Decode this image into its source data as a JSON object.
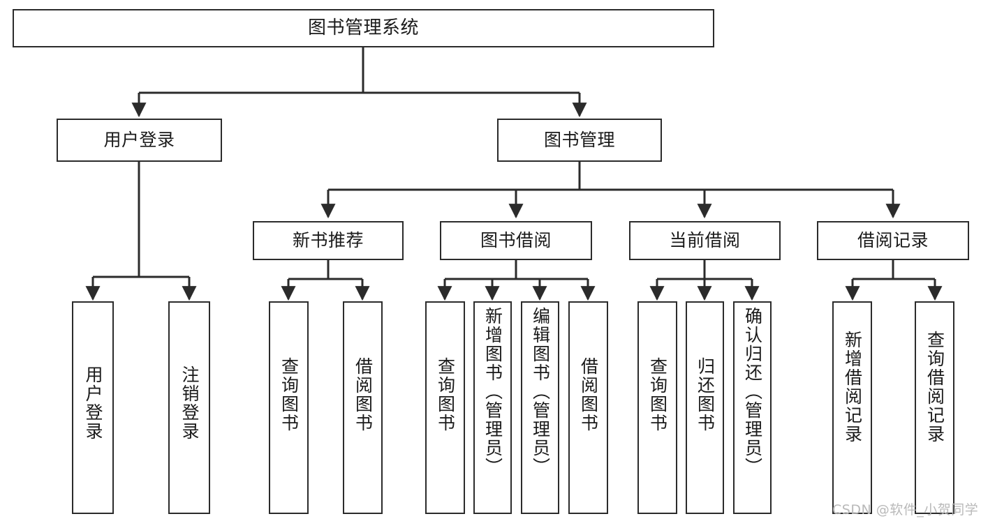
{
  "diagram": {
    "type": "tree-hierarchy",
    "title": "图书管理系统",
    "orientation": "top-down",
    "node_style": {
      "border_color": "#2b2b2b",
      "fill_color": "#ffffff",
      "text_color": "#1a1a1a",
      "edge_color": "#2b2b2b"
    },
    "nodes": {
      "root": {
        "label": "图书管理系统",
        "level": 1,
        "text_direction": "horizontal"
      },
      "user_login": {
        "label": "用户登录",
        "level": 2,
        "text_direction": "horizontal"
      },
      "book_manage": {
        "label": "图书管理",
        "level": 2,
        "text_direction": "horizontal"
      },
      "new_book_rec": {
        "label": "新书推荐",
        "level": 3,
        "text_direction": "horizontal"
      },
      "book_borrow": {
        "label": "图书借阅",
        "level": 3,
        "text_direction": "horizontal"
      },
      "current_borrow": {
        "label": "当前借阅",
        "level": 3,
        "text_direction": "horizontal"
      },
      "borrow_record": {
        "label": "借阅记录",
        "level": 3,
        "text_direction": "horizontal"
      },
      "leaf_user_login": {
        "label": "用户登录",
        "level": 4,
        "text_direction": "vertical"
      },
      "leaf_logout": {
        "label": "注销登录",
        "level": 4,
        "text_direction": "vertical"
      },
      "leaf_query_book_a": {
        "label": "查询图书",
        "level": 4,
        "text_direction": "vertical"
      },
      "leaf_borrow_book_a": {
        "label": "借阅图书",
        "level": 4,
        "text_direction": "vertical"
      },
      "leaf_query_book_b": {
        "label": "查询图书",
        "level": 4,
        "text_direction": "vertical"
      },
      "leaf_add_book": {
        "label": "新增图书（管理员）",
        "level": 4,
        "text_direction": "vertical"
      },
      "leaf_edit_book": {
        "label": "编辑图书（管理员）",
        "level": 4,
        "text_direction": "vertical"
      },
      "leaf_borrow_book_b": {
        "label": "借阅图书",
        "level": 4,
        "text_direction": "vertical"
      },
      "leaf_query_book_c": {
        "label": "查询图书",
        "level": 4,
        "text_direction": "vertical"
      },
      "leaf_return_book": {
        "label": "归还图书",
        "level": 4,
        "text_direction": "vertical"
      },
      "leaf_confirm_return": {
        "label": "确认归还（管理员）",
        "level": 4,
        "text_direction": "vertical"
      },
      "leaf_add_record": {
        "label": "新增借阅记录",
        "level": 4,
        "text_direction": "vertical"
      },
      "leaf_query_record": {
        "label": "查询借阅记录",
        "level": 4,
        "text_direction": "vertical"
      }
    },
    "edges": [
      {
        "from": "root",
        "to": "user_login"
      },
      {
        "from": "root",
        "to": "book_manage"
      },
      {
        "from": "book_manage",
        "to": "new_book_rec"
      },
      {
        "from": "book_manage",
        "to": "book_borrow"
      },
      {
        "from": "book_manage",
        "to": "current_borrow"
      },
      {
        "from": "book_manage",
        "to": "borrow_record"
      },
      {
        "from": "user_login",
        "to": "leaf_user_login"
      },
      {
        "from": "user_login",
        "to": "leaf_logout"
      },
      {
        "from": "new_book_rec",
        "to": "leaf_query_book_a"
      },
      {
        "from": "new_book_rec",
        "to": "leaf_borrow_book_a"
      },
      {
        "from": "book_borrow",
        "to": "leaf_query_book_b"
      },
      {
        "from": "book_borrow",
        "to": "leaf_add_book"
      },
      {
        "from": "book_borrow",
        "to": "leaf_edit_book"
      },
      {
        "from": "book_borrow",
        "to": "leaf_borrow_book_b"
      },
      {
        "from": "current_borrow",
        "to": "leaf_query_book_c"
      },
      {
        "from": "current_borrow",
        "to": "leaf_return_book"
      },
      {
        "from": "current_borrow",
        "to": "leaf_confirm_return"
      },
      {
        "from": "borrow_record",
        "to": "leaf_add_record"
      },
      {
        "from": "borrow_record",
        "to": "leaf_query_record"
      }
    ]
  },
  "watermark": {
    "text": "CSDN @软件_小贺同学"
  }
}
